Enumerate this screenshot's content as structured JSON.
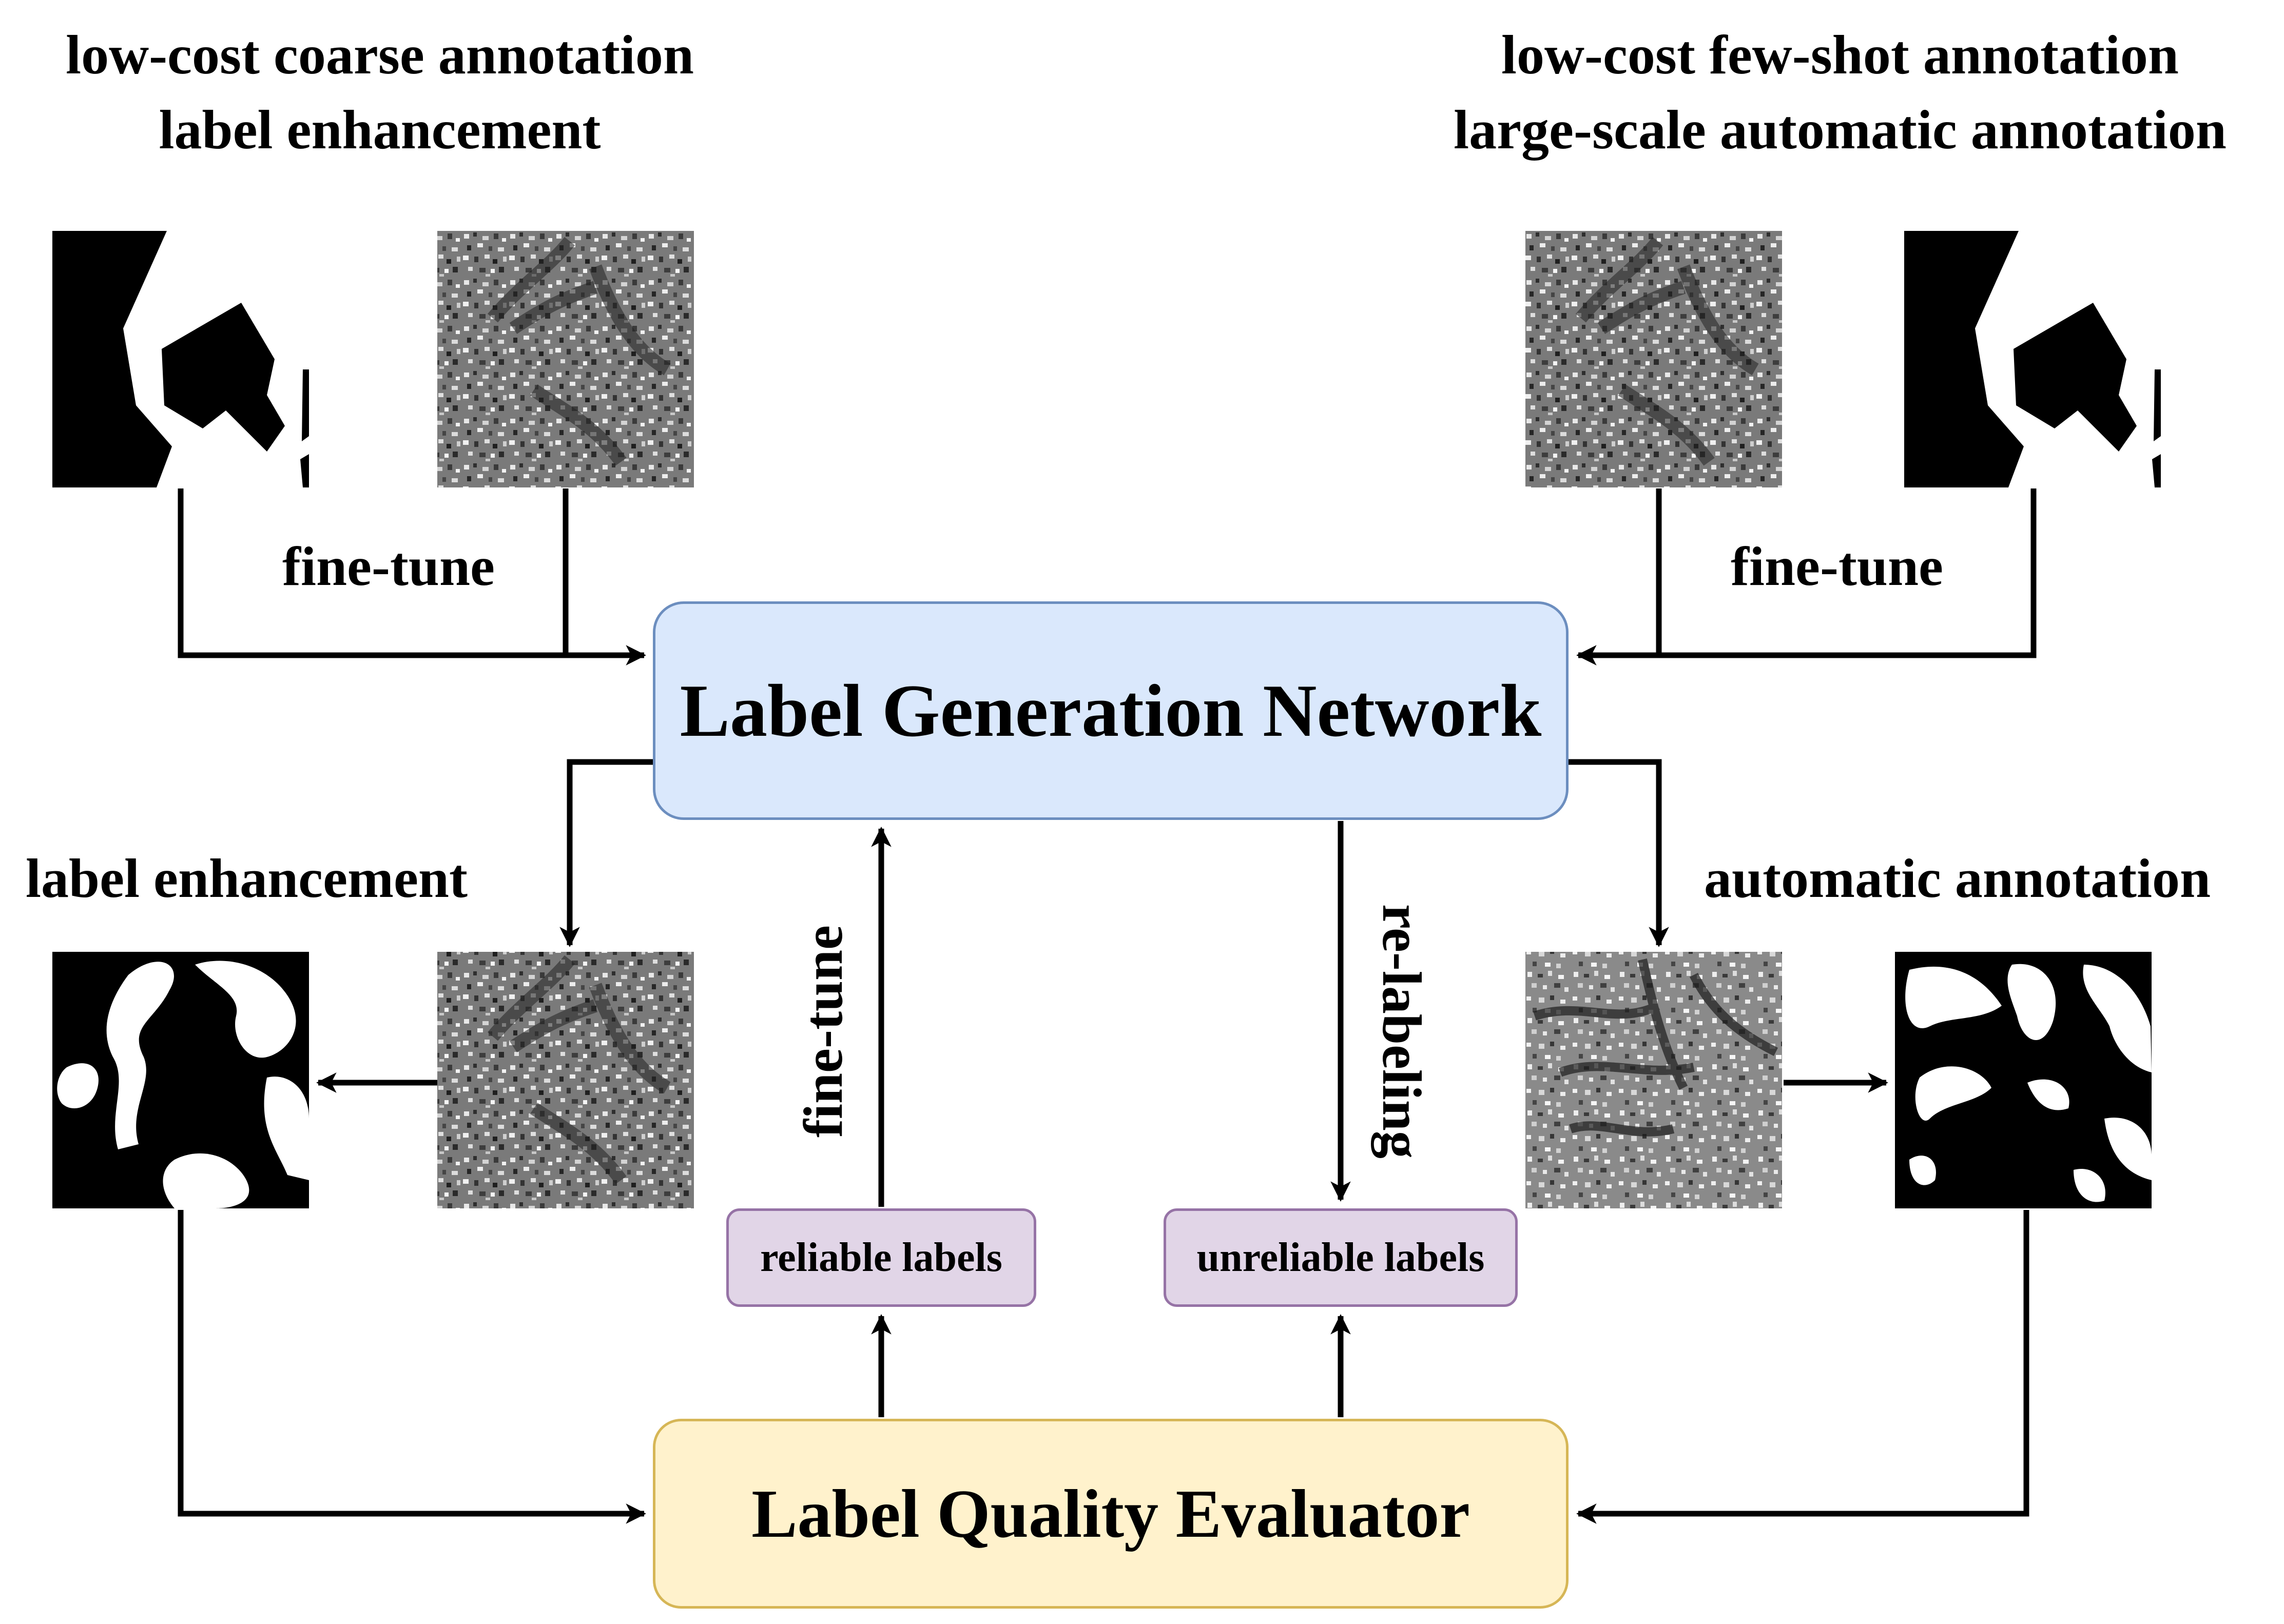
{
  "headings": {
    "top_left_line1": "low-cost coarse annotation",
    "top_left_line2": "label enhancement",
    "top_right_line1": "low-cost few-shot annotation",
    "top_right_line2": "large-scale automatic annotation",
    "mid_left": "label enhancement",
    "mid_right": "automatic annotation"
  },
  "edge_labels": {
    "fine_tune_left": "fine-tune",
    "fine_tune_right": "fine-tune",
    "fine_tune_vertical": "fine-tune",
    "relabeling_vertical": "re-labeling"
  },
  "nodes": {
    "generator": "Label Generation Network",
    "evaluator": "Label Quality Evaluator",
    "reliable": "reliable labels",
    "unreliable": "unreliable labels"
  },
  "colors": {
    "generator_fill": "#dae8fc",
    "generator_stroke": "#6c8ebf",
    "evaluator_fill": "#fff2cc",
    "evaluator_stroke": "#d6b656",
    "label_box_fill": "#e1d5e7",
    "label_box_stroke": "#9673a6",
    "arrow": "#000000"
  }
}
